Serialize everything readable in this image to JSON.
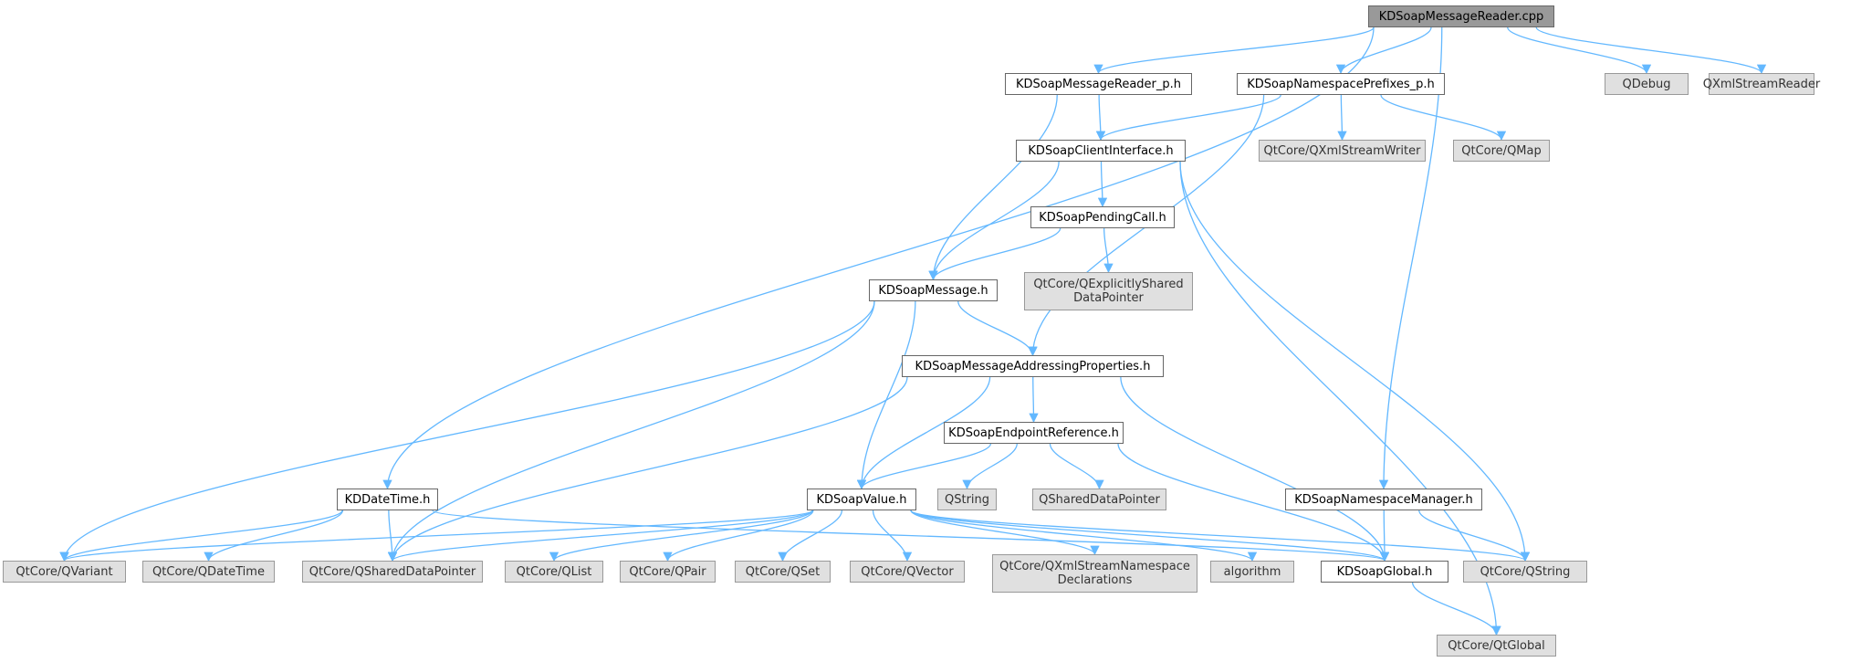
{
  "graph": {
    "title": "",
    "nodes": [
      {
        "id": "n0",
        "label": "KDSoapMessageReader.cpp",
        "kind": "root"
      },
      {
        "id": "n1",
        "label": "KDSoapMessageReader_p.h",
        "kind": "local"
      },
      {
        "id": "n2",
        "label": "KDSoapNamespacePrefixes_p.h",
        "kind": "local"
      },
      {
        "id": "n3",
        "label": "QDebug",
        "kind": "system"
      },
      {
        "id": "n4",
        "label": "QXmlStreamReader",
        "kind": "system"
      },
      {
        "id": "n5",
        "label": "KDSoapClientInterface.h",
        "kind": "local"
      },
      {
        "id": "n6",
        "label": "QtCore/QXmlStreamWriter",
        "kind": "system"
      },
      {
        "id": "n7",
        "label": "QtCore/QMap",
        "kind": "system"
      },
      {
        "id": "n8",
        "label": "KDSoapPendingCall.h",
        "kind": "local"
      },
      {
        "id": "n9",
        "label": "QtCore/QExplicitlyShared\nDataPointer",
        "kind": "system"
      },
      {
        "id": "n10",
        "label": "KDSoapMessage.h",
        "kind": "local"
      },
      {
        "id": "n11",
        "label": "KDSoapMessageAddressingProperties.h",
        "kind": "local"
      },
      {
        "id": "n12",
        "label": "KDSoapEndpointReference.h",
        "kind": "local"
      },
      {
        "id": "n13",
        "label": "KDDateTime.h",
        "kind": "local"
      },
      {
        "id": "n14",
        "label": "KDSoapValue.h",
        "kind": "local"
      },
      {
        "id": "n15",
        "label": "QString",
        "kind": "system"
      },
      {
        "id": "n16",
        "label": "QSharedDataPointer",
        "kind": "system"
      },
      {
        "id": "n17",
        "label": "KDSoapNamespaceManager.h",
        "kind": "local"
      },
      {
        "id": "n18",
        "label": "QtCore/QVariant",
        "kind": "system"
      },
      {
        "id": "n19",
        "label": "QtCore/QDateTime",
        "kind": "system"
      },
      {
        "id": "n20",
        "label": "QtCore/QSharedDataPointer",
        "kind": "system"
      },
      {
        "id": "n21",
        "label": "QtCore/QList",
        "kind": "system"
      },
      {
        "id": "n22",
        "label": "QtCore/QPair",
        "kind": "system"
      },
      {
        "id": "n23",
        "label": "QtCore/QSet",
        "kind": "system"
      },
      {
        "id": "n24",
        "label": "QtCore/QVector",
        "kind": "system"
      },
      {
        "id": "n25",
        "label": "QtCore/QXmlStreamNamespace\nDeclarations",
        "kind": "system"
      },
      {
        "id": "n26",
        "label": "algorithm",
        "kind": "system"
      },
      {
        "id": "n27",
        "label": "KDSoapGlobal.h",
        "kind": "local"
      },
      {
        "id": "n28",
        "label": "QtCore/QString",
        "kind": "system"
      },
      {
        "id": "n29",
        "label": "QtCore/QtGlobal",
        "kind": "system"
      }
    ],
    "edges": [
      [
        "n0",
        "n13"
      ],
      [
        "n0",
        "n1"
      ],
      [
        "n0",
        "n2"
      ],
      [
        "n0",
        "n17"
      ],
      [
        "n0",
        "n3"
      ],
      [
        "n0",
        "n4"
      ],
      [
        "n1",
        "n5"
      ],
      [
        "n1",
        "n10"
      ],
      [
        "n2",
        "n5"
      ],
      [
        "n2",
        "n11"
      ],
      [
        "n2",
        "n6"
      ],
      [
        "n2",
        "n7"
      ],
      [
        "n5",
        "n8"
      ],
      [
        "n5",
        "n10"
      ],
      [
        "n5",
        "n28"
      ],
      [
        "n5",
        "n29"
      ],
      [
        "n8",
        "n10"
      ],
      [
        "n8",
        "n9"
      ],
      [
        "n10",
        "n11"
      ],
      [
        "n10",
        "n14"
      ],
      [
        "n10",
        "n18"
      ],
      [
        "n10",
        "n20"
      ],
      [
        "n11",
        "n12"
      ],
      [
        "n11",
        "n14"
      ],
      [
        "n11",
        "n20"
      ],
      [
        "n11",
        "n27"
      ],
      [
        "n12",
        "n14"
      ],
      [
        "n12",
        "n15"
      ],
      [
        "n12",
        "n16"
      ],
      [
        "n12",
        "n27"
      ],
      [
        "n13",
        "n18"
      ],
      [
        "n13",
        "n19"
      ],
      [
        "n13",
        "n20"
      ],
      [
        "n13",
        "n27"
      ],
      [
        "n14",
        "n18"
      ],
      [
        "n14",
        "n20"
      ],
      [
        "n14",
        "n21"
      ],
      [
        "n14",
        "n22"
      ],
      [
        "n14",
        "n23"
      ],
      [
        "n14",
        "n24"
      ],
      [
        "n14",
        "n25"
      ],
      [
        "n14",
        "n26"
      ],
      [
        "n14",
        "n27"
      ],
      [
        "n14",
        "n28"
      ],
      [
        "n17",
        "n27"
      ],
      [
        "n17",
        "n28"
      ],
      [
        "n27",
        "n29"
      ]
    ]
  },
  "colors": {
    "edge": "#63b8ff",
    "node_border": "#666666",
    "system_fill": "#e0e0e0",
    "root_fill": "#999999"
  }
}
